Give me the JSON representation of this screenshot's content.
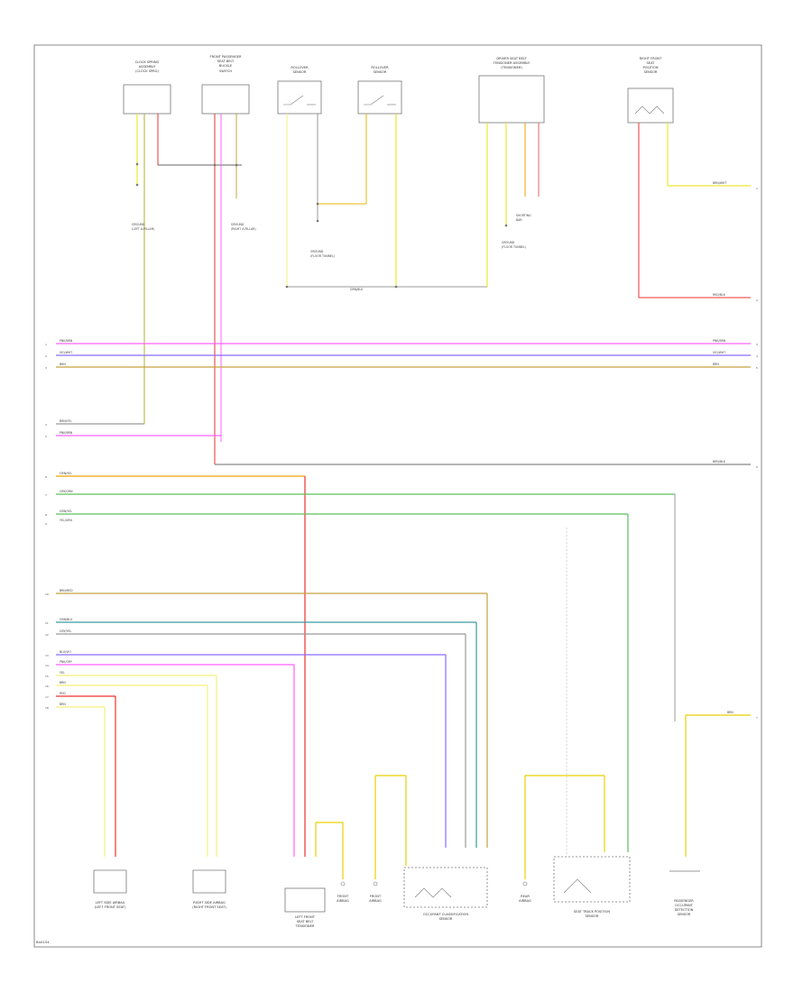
{
  "diagram": {
    "code": "Bn0154",
    "colors": {
      "yellow": "#e8e600",
      "green": "#5cc05c",
      "red": "#f03030",
      "pink": "#ff60ff",
      "violet": "#8a6cff",
      "orange": "#f0a000",
      "tan": "#c8a040",
      "brown": "#b08030",
      "blue_green": "#3a9aa0",
      "gray": "#9a9a9a",
      "black": "#222222",
      "light_yellow": "#f6f07a"
    },
    "components": {
      "clock_spring": "Clock Spring Assembly",
      "front_passenger_seat_belt": "Front Passenger Seat Belt Buckle Switch",
      "rollover_left": "Rollover Sensor",
      "rollover_right": "Rollover Sensor",
      "driver_belt_tensioner": "Driver Seat Belt Tensioner",
      "right_front_seat": "Right Front Seat Position Sensor",
      "left_sub_1": "Left Side Airbag",
      "left_sub_2": "Right Side Airbag",
      "left_front_seat": "Left Front Seat Belt Tensioner",
      "airbag_1": "Front Airbag",
      "airbag_2": "Front Airbag",
      "occupant_sensor": "Occupant Classification Sensor",
      "airbag_3": "Rear Airbag",
      "seat_track": "Seat Track Position Sensor",
      "passenger_sensor": "Passenger Occupant Detection Sensor"
    }
  }
}
